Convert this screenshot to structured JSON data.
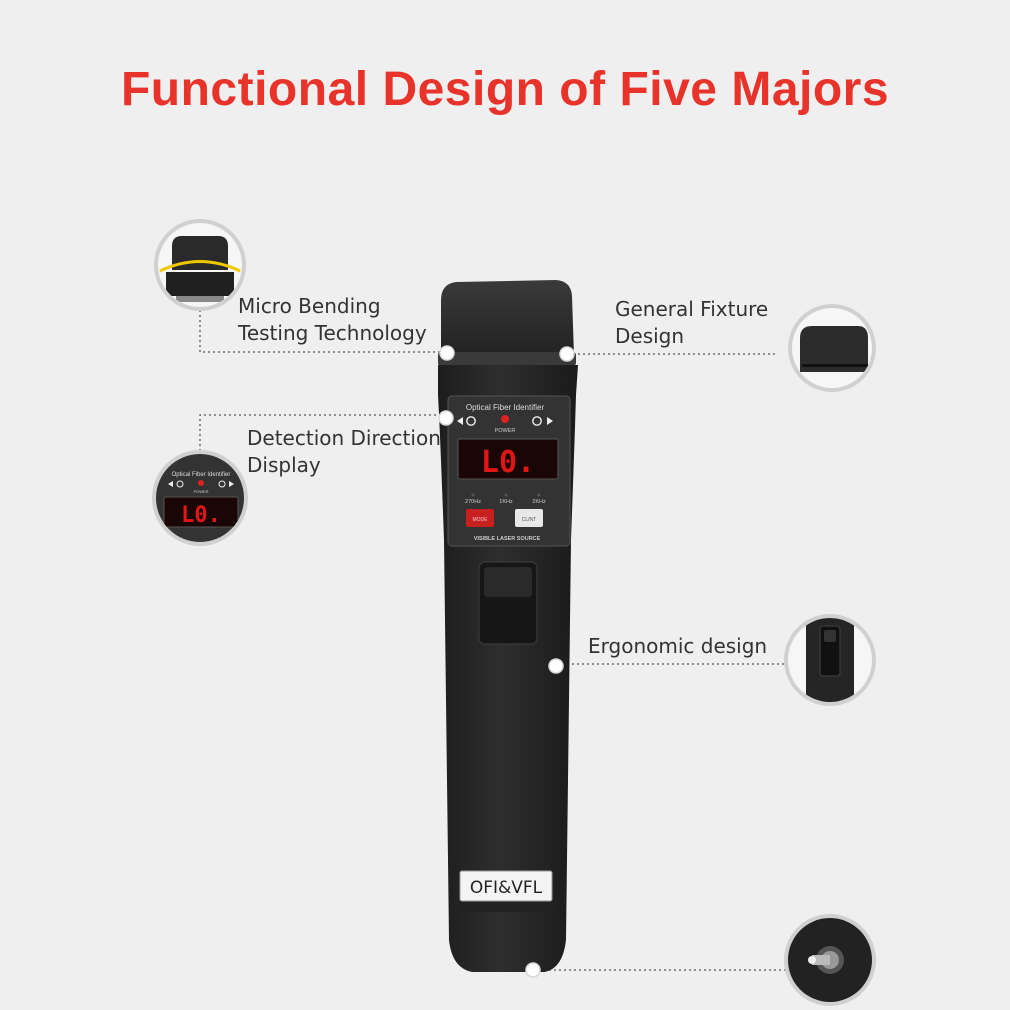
{
  "colors": {
    "title": "#e8332a",
    "background": "#efefef",
    "device_body": "#262626",
    "display_digits": "#e01515",
    "button_red": "#c81f1f"
  },
  "title": "Functional Design of Five Majors",
  "features": [
    {
      "line1": "Micro Bending",
      "line2": "Testing Technology"
    },
    {
      "line1": "General Fixture",
      "line2": "Design"
    },
    {
      "line1": "Detection Direction",
      "line2": "Display"
    },
    {
      "line1": "Ergonomic design",
      "line2": ""
    }
  ],
  "device": {
    "panel_title": "Optical Fiber Identifier",
    "power_label": "POWER",
    "display_text": "L0.",
    "freq_labels": [
      "270Hz",
      "1KHz",
      "2KHz"
    ],
    "button_left": "MODE",
    "button_right": "CL/NT",
    "laser_label": "VISIBLE LASER SOURCE",
    "model_label": "OFI&VFL"
  },
  "thumb_display": {
    "panel_title": "Optical Fiber Identifier",
    "power_label": "POWER",
    "display_text": "L0."
  }
}
